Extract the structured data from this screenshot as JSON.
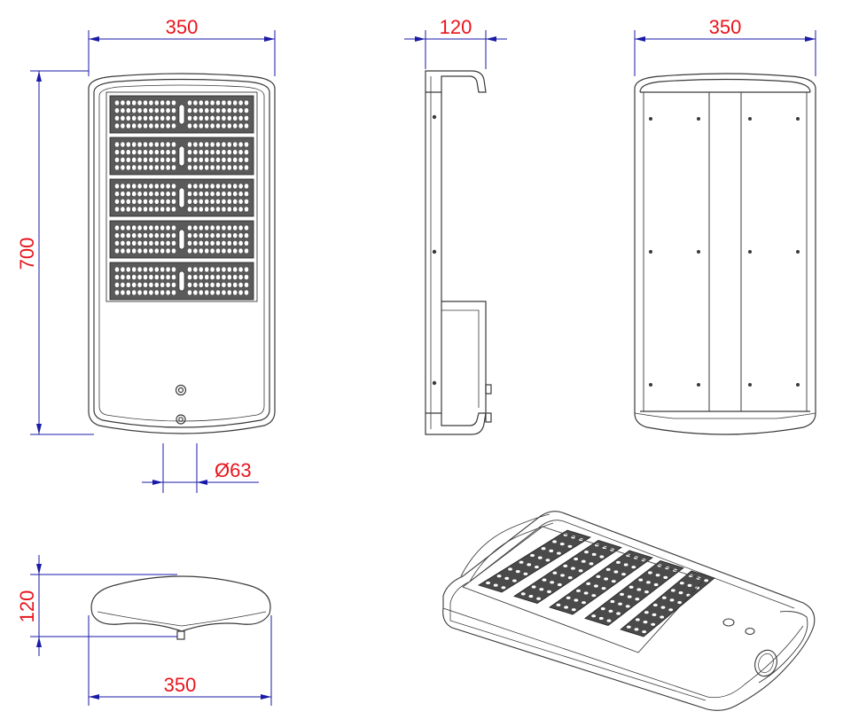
{
  "colors": {
    "dimension_text": "#e8141c",
    "dimension_line": "#1a1aa8",
    "outline": "#3a3a3a",
    "led": "#ffffff"
  },
  "dimensions": {
    "front_width": "350",
    "side_depth": "120",
    "back_width": "350",
    "front_height": "700",
    "sensor_diameter": "Ø63",
    "bottom_height": "120",
    "bottom_width": "350"
  },
  "led_panels": {
    "count": 5,
    "rows_per_panel": 4,
    "leds_per_side": 11
  }
}
